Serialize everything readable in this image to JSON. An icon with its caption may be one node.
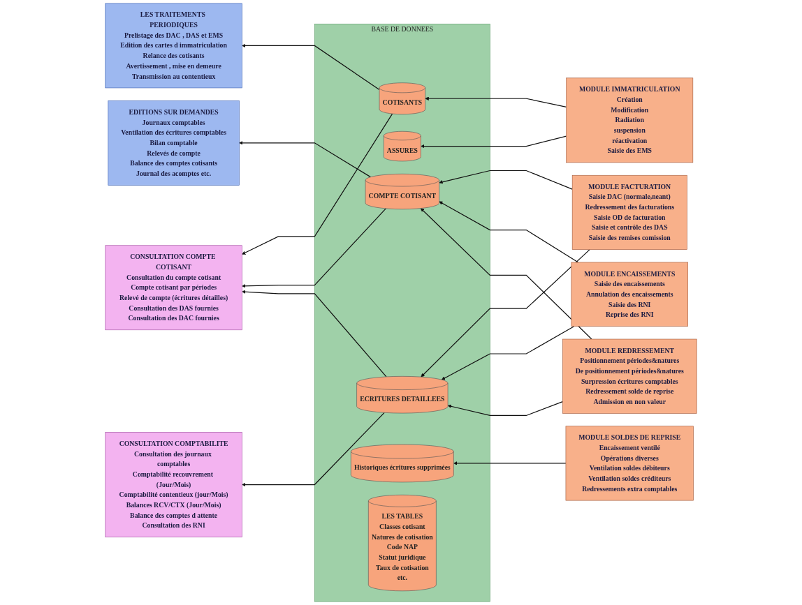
{
  "diagram": {
    "nodes": [
      {
        "text": [
          "BASE DE DONNEES"
        ]
      },
      {
        "text": [
          "COTISANTS"
        ],
        "in": 0
      },
      {
        "text": [
          "ASSURES"
        ],
        "in": 0
      },
      {
        "text": [
          "ECRITURES DETAILLEES"
        ],
        "in": 0
      },
      {
        "text": [
          "COMPTE COTISANT"
        ],
        "in": 0
      },
      {
        "text": [
          "Historiques écritures supprimées"
        ],
        "in": 0
      },
      {
        "text": [
          "LES TABLES",
          "Classes cotisant",
          "Natures de cotisation",
          "Code NAP",
          "Statut juridique",
          "Taux de cotisation",
          "etc."
        ],
        "in": 0
      },
      {
        "text": [
          "CONSULTATION COMPTE COTISANT",
          "Consultation du compte cotisant",
          "Compte cotisant par périodes",
          "Relevé de compte (écritures détailles)",
          "Consultation des DAS fournies",
          "Consultation des DAC fournies"
        ]
      },
      {
        "text": [
          "CONSULTATION COMPTABILITE",
          "Consultation des journaux comptables",
          "Comptabilité recouvrement (Jour/Mois)",
          "Comptabilité contentieux (jour/Mois)",
          "Balances RCV/CTX (Jour/Mois)",
          "Balance des comptes d attente",
          "Consultation des RNI"
        ]
      },
      {
        "text": [
          "LES TRAITEMENTS PERIODIQUES",
          "Prelistage des DAC , DAS et EMS",
          "Edition des cartes d immatriculation",
          "Relance des cotisants",
          "Avertissement , mise en demeure",
          "Transmission au contentieux"
        ]
      },
      {
        "text": [
          "EDITIONS SUR DEMANDES",
          "Journaux comptables",
          "Ventilation des écritures comptables",
          "Bilan comptable",
          "Relevés de compte",
          "Balance des comptes cotisants",
          "Journal des acomptes etc."
        ]
      },
      {
        "text": [
          "MODULE IMMATRICULATION",
          "Création",
          "Modification",
          "Radiation",
          "suspension",
          "réactivation",
          "Saisie des EMS"
        ]
      },
      {
        "text": [
          "MODULE FACTURATION",
          "Saisie DAC (normale,neant)",
          "Redressement des facturations",
          "Saisie OD de facturation",
          "Saisie et contrôle des DAS",
          "Saisie des remises comission"
        ]
      },
      {
        "text": [
          "MODULE ENCAISSEMENTS",
          "Saisie des encaissements",
          "Annulation des encaissements",
          "Saisie des RNI",
          "Reprise des RNI"
        ]
      },
      {
        "text": [
          "MODULE REDRESSEMENT",
          "Positionnement périodes&natures",
          "De positionnement périodes&natures",
          "Surpression écritures comptables",
          "Redressement solde de reprise",
          "Admission en non valeur"
        ]
      },
      {
        "text": [
          "MODULE SOLDES DE REPRISE",
          "Encaissement ventilé",
          "Opérations diverses",
          "Ventilation soldes débiteurs",
          "Ventilation soldes créditeurs",
          "Redressements extra comptables"
        ]
      }
    ],
    "edges": [
      {
        "from": 1,
        "to": 7,
        "arrow": "to"
      },
      {
        "from": 4,
        "to": 7,
        "arrow": "to"
      },
      {
        "from": 3,
        "to": 7,
        "arrow": "to"
      },
      {
        "from": 3,
        "to": 8,
        "arrow": "to"
      },
      {
        "from": 1,
        "to": 9,
        "arrow": "to"
      },
      {
        "from": 4,
        "to": 10,
        "arrow": "to"
      },
      {
        "from": 11,
        "to": 1,
        "arrow": "to"
      },
      {
        "from": 11,
        "to": 2,
        "arrow": "to"
      },
      {
        "from": 12,
        "to": 3,
        "arrow": "to"
      },
      {
        "from": 12,
        "to": 4,
        "arrow": "to"
      },
      {
        "from": 13,
        "to": 3,
        "arrow": "to"
      },
      {
        "from": 13,
        "to": 4,
        "arrow": "to"
      },
      {
        "from": 14,
        "to": 3,
        "arrow": "to"
      },
      {
        "from": 14,
        "to": 4,
        "arrow": "to"
      },
      {
        "from": 15,
        "to": 5,
        "arrow": "to"
      }
    ]
  }
}
